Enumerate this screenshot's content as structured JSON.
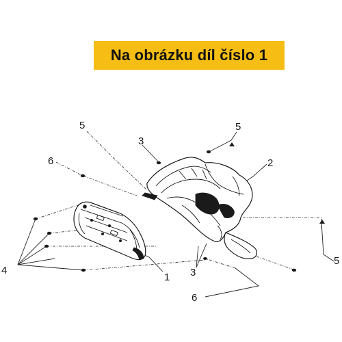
{
  "banner": {
    "text": "Na obrázku díl číslo 1"
  },
  "callouts": {
    "c1": "1",
    "c2": "2",
    "c3_top": "3",
    "c3_bottom": "3",
    "c4": "4",
    "c5_left": "5",
    "c5_top": "5",
    "c5_right": "5",
    "c6_left": "6",
    "c6_bottom": "6"
  },
  "colors": {
    "banner_bg": "#f6bd14",
    "ink": "#1a1a1a"
  }
}
